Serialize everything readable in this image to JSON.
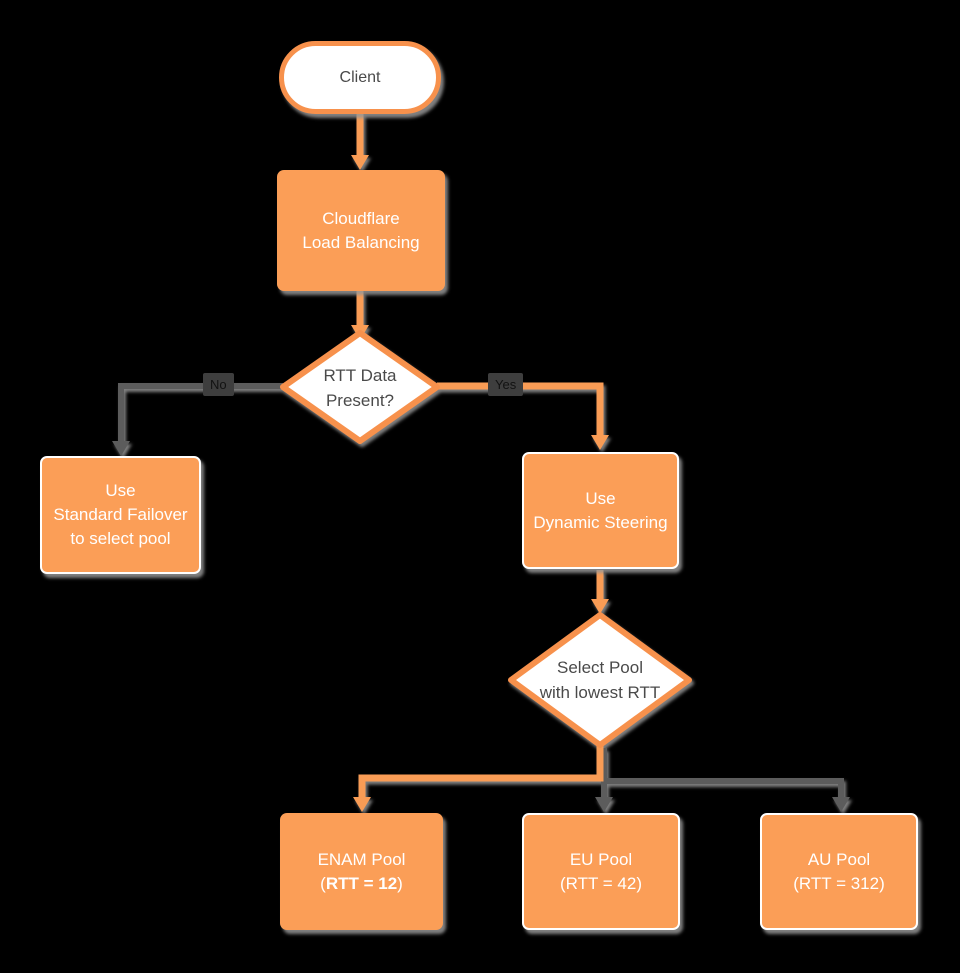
{
  "diagram": {
    "title_hint": "Cloudflare Load Balancing RTT steering flowchart",
    "colors": {
      "background": "#000000",
      "node_fill_orange": "#FB9E57",
      "node_border_orange": "#F7914C",
      "highlight_connector": "#F99C55",
      "gray_connector": "#5C5C5C",
      "node_text_white": "#FFFFFF",
      "node_text_dark": "#4A4A4A",
      "shadow_gray": "#969696"
    },
    "nodes": {
      "client": {
        "label": "Client",
        "type": "terminator"
      },
      "load_balancer": {
        "line1": "Cloudflare",
        "line2": "Load Balancing",
        "type": "process"
      },
      "rtt_decision": {
        "line1": "RTT Data",
        "line2": "Present?",
        "type": "decision"
      },
      "standard_failover": {
        "line1": "Use",
        "line2": "Standard Failover",
        "line3": "to select pool",
        "type": "process"
      },
      "dynamic_steering": {
        "line1": "Use",
        "line2": "Dynamic Steering",
        "type": "process"
      },
      "select_pool": {
        "line1": "Select Pool",
        "line2": "with lowest RTT",
        "type": "decision"
      },
      "enam_pool": {
        "line1": "ENAM Pool",
        "line2_open": "(",
        "line2_bold": "RTT = 12",
        "line2_close": ")",
        "type": "process"
      },
      "eu_pool": {
        "line1": "EU Pool",
        "line2": "(RTT = 42)",
        "type": "process"
      },
      "au_pool": {
        "line1": "AU Pool",
        "line2": "(RTT = 312)",
        "type": "process"
      }
    },
    "edge_labels": {
      "no": "No",
      "yes": "Yes"
    },
    "edges": [
      {
        "from": "client",
        "to": "load_balancer",
        "color": "orange"
      },
      {
        "from": "load_balancer",
        "to": "rtt_decision",
        "color": "orange"
      },
      {
        "from": "rtt_decision",
        "to": "standard_failover",
        "label": "No",
        "color": "gray"
      },
      {
        "from": "rtt_decision",
        "to": "dynamic_steering",
        "label": "Yes",
        "color": "orange"
      },
      {
        "from": "dynamic_steering",
        "to": "select_pool",
        "color": "orange"
      },
      {
        "from": "select_pool",
        "to": "enam_pool",
        "color": "orange"
      },
      {
        "from": "select_pool",
        "to": "eu_pool",
        "color": "gray"
      },
      {
        "from": "select_pool",
        "to": "au_pool",
        "color": "gray"
      }
    ]
  }
}
